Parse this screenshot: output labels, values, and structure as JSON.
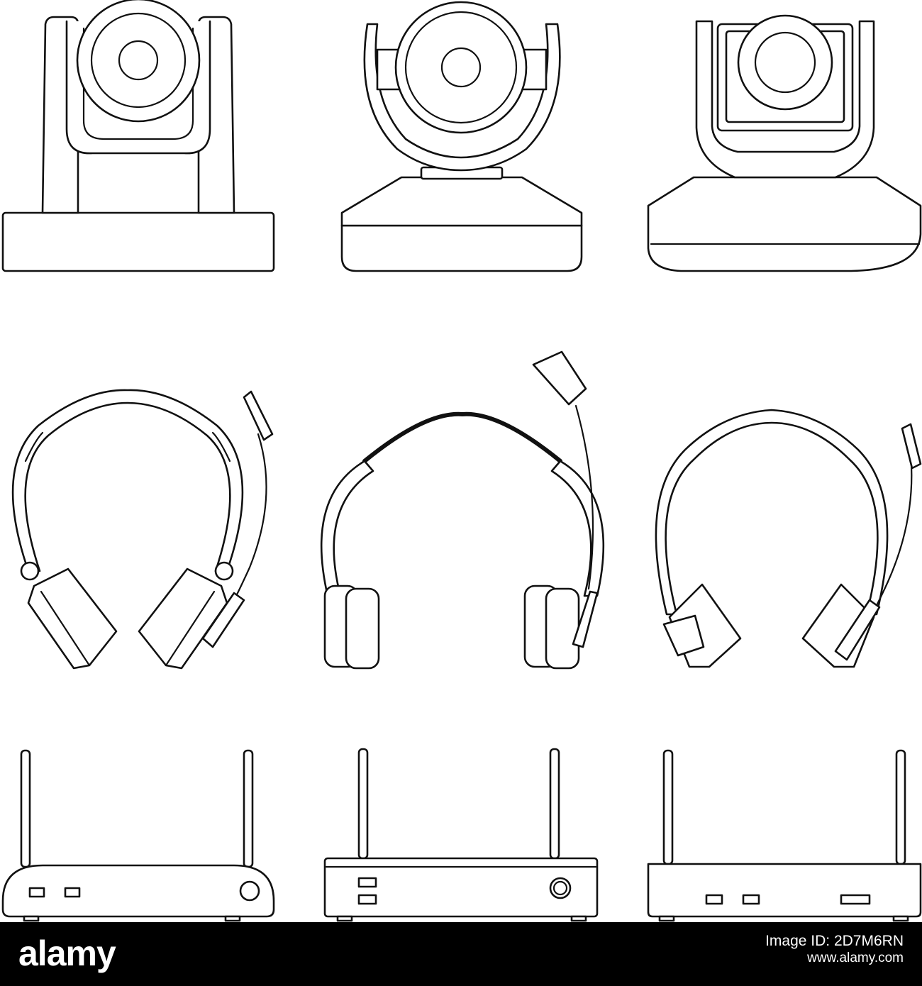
{
  "palette": {
    "stroke": "#111111",
    "background": "#ffffff",
    "footer_bg": "#000000",
    "footer_text": "#ffffff"
  },
  "illustration": {
    "rows": [
      {
        "name": "conference-cameras",
        "items": [
          "ptz-camera-square-base",
          "ptz-camera-trapezoid-base",
          "ptz-camera-rounded-base"
        ]
      },
      {
        "name": "headsets",
        "items": [
          "headset-flat-cups",
          "headset-tall-cups",
          "headset-tilted-cups"
        ]
      },
      {
        "name": "routers",
        "items": [
          "router-rounded",
          "router-box",
          "router-flat"
        ]
      }
    ]
  },
  "footer": {
    "logo": "alamy",
    "meta_line1": "Image ID: 2D7M6RN",
    "meta_line2": "www.alamy.com"
  }
}
